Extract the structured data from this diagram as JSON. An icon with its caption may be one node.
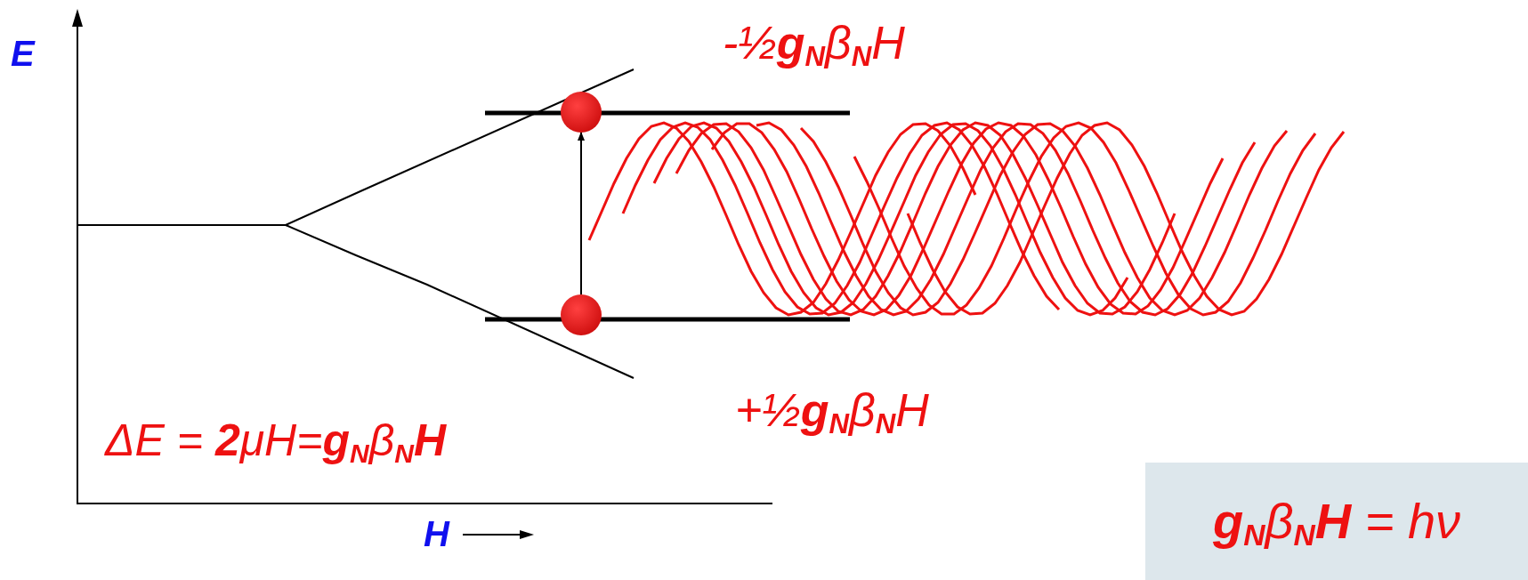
{
  "diagram": {
    "nodes": [
      {
        "text": [],
        "shape": "circle"
      },
      {
        "text": [],
        "shape": "circle"
      },
      {
        "text": [
          "**g**$_{N}$β$_{N}$**H** = hν"
        ]
      }
    ],
    "edges": [
      {
        "from": 1,
        "to": 0,
        "arrow": "to"
      }
    ],
    "labels": [
      "E",
      "-½**g**$_{N}$β$_{N}$H",
      "+½**g**$_{N}$β$_{N}$H",
      "ΔE = **2**μH=**g**$_{N}$β$_{N}$**H**",
      "H"
    ]
  }
}
